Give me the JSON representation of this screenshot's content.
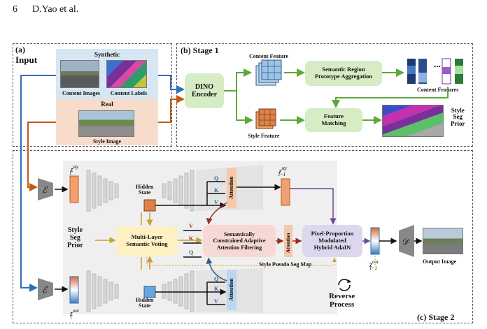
{
  "header": {
    "page_number": "6",
    "authors": "D.Yao et al."
  },
  "panels": {
    "input": {
      "letter": "(a)",
      "title": "Input",
      "synthetic": "Synthetic",
      "content_images": "Content Images",
      "content_labels": "Content Labels",
      "real": "Real",
      "style_image": "Style Image"
    },
    "stage1": {
      "title": "(b) Stage 1",
      "content_feature": "Content Feature",
      "style_feature": "Style Feature",
      "dino_encoder": "DINO\nEncoder",
      "srpa": "Semantic Region\nPrototype Aggregation",
      "content_features": "Content Features",
      "feature_matching": "Feature\nMatching",
      "style_seg_prior": "Style\nSeg\nPrior"
    },
    "stage2": {
      "title": "(c) Stage 2",
      "style_seg_prior": "Style\nSeg\nPrior",
      "mlsv": "Multi-Layer\nSemantic Voting",
      "scaaf": "Semantically\nConstrained Adaptive\nAttention Filtering",
      "ppmh": "Pixel-Proportion\nModulated\nHybrid AdaIN",
      "hidden_state_top": "Hidden\nState",
      "hidden_state_bottom": "Hidden\nState",
      "attention": "Attention",
      "style_pseudo_seg_map": "Style Pseudo Seg Map",
      "output_image": "Output Image",
      "reverse_process": "Reverse\nProcess",
      "q": "Q",
      "k": "K",
      "v": "V",
      "ellipsis": "..."
    }
  },
  "math": {
    "enc": "ℰ",
    "dec": "𝒟",
    "z_sty": "z",
    "z_sty_sup": "sty",
    "z_sty_sub": "t",
    "z_sty_prev_sub": "t−1",
    "z_out_sup": "out"
  },
  "colors": {
    "blue_arrow": "#2e6fb7",
    "orange_arrow": "#c45a12",
    "green_arrow": "#5ca83b",
    "gold_arrow": "#c9a227",
    "purple_arrow": "#6a4c93",
    "dark_red_arrow": "#9b2d1f"
  }
}
